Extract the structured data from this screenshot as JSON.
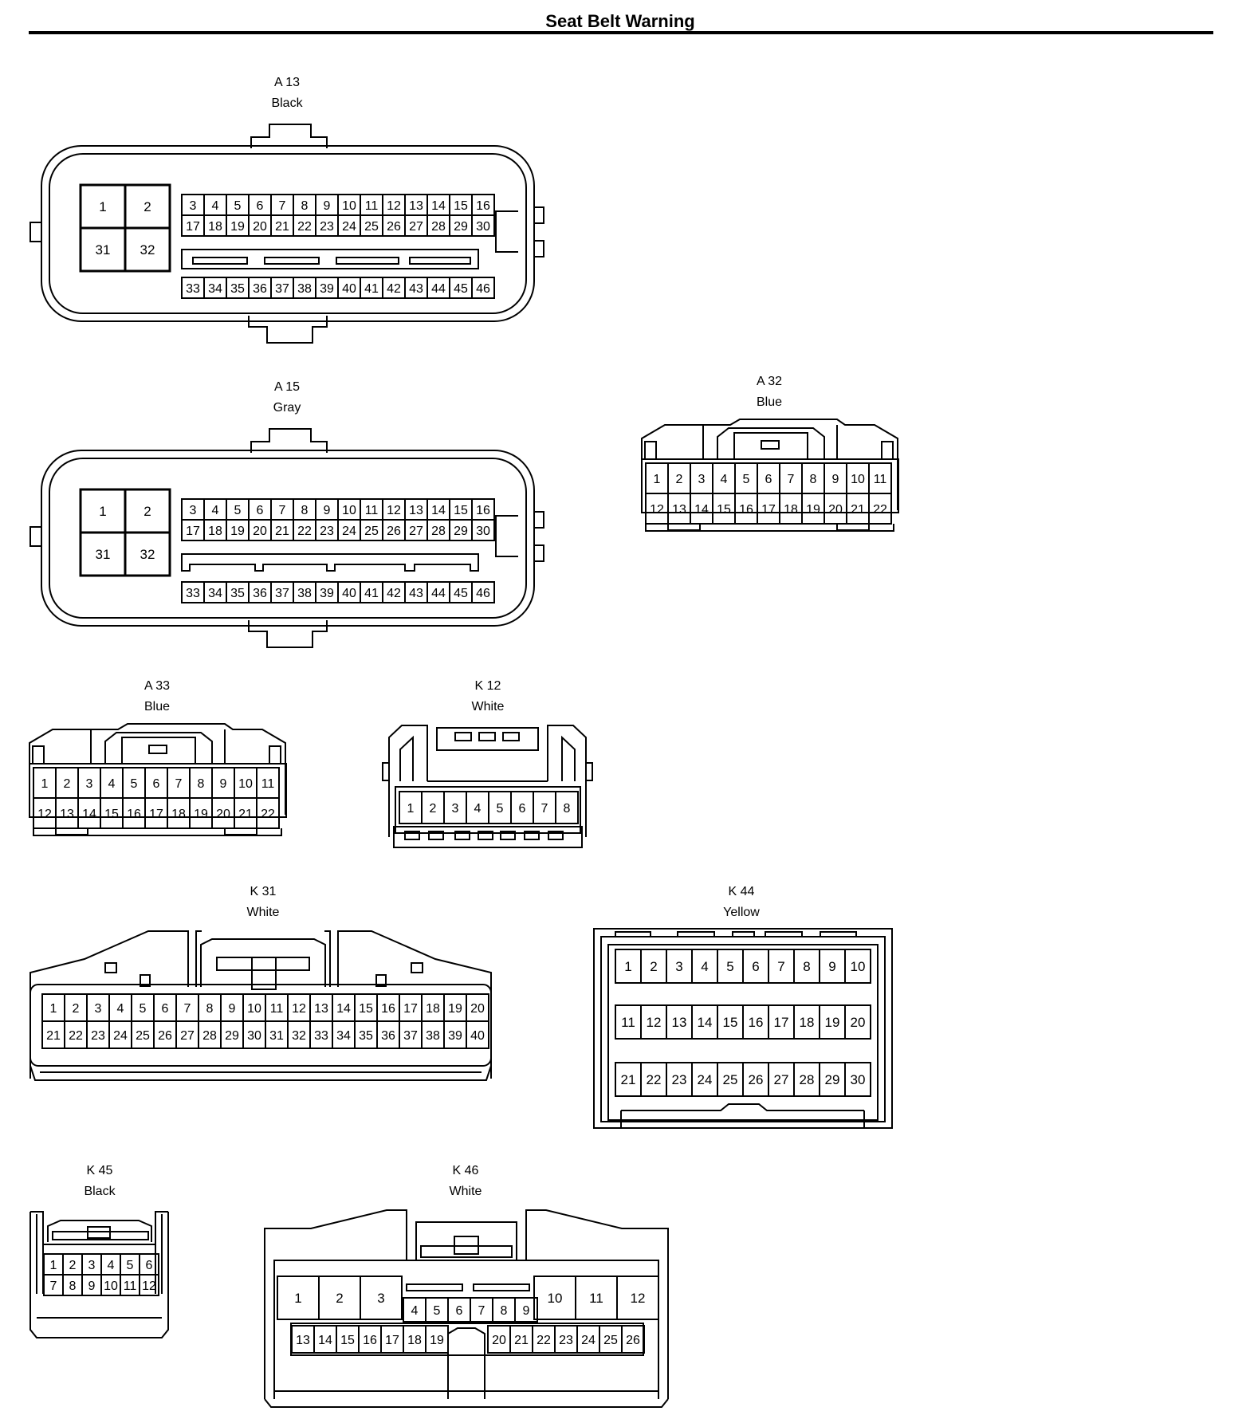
{
  "page_title": "Seat Belt Warning",
  "connectors": {
    "A13": {
      "code": "A 13",
      "color": "Black",
      "big": [
        "1",
        "2",
        "31",
        "32"
      ],
      "row1": [
        "3",
        "4",
        "5",
        "6",
        "7",
        "8",
        "9",
        "10",
        "11",
        "12",
        "13",
        "14",
        "15",
        "16"
      ],
      "row2": [
        "17",
        "18",
        "19",
        "20",
        "21",
        "22",
        "23",
        "24",
        "25",
        "26",
        "27",
        "28",
        "29",
        "30"
      ],
      "row3": [
        "33",
        "34",
        "35",
        "36",
        "37",
        "38",
        "39",
        "40",
        "41",
        "42",
        "43",
        "44",
        "45",
        "46"
      ]
    },
    "A15": {
      "code": "A 15",
      "color": "Gray",
      "big": [
        "1",
        "2",
        "31",
        "32"
      ],
      "row1": [
        "3",
        "4",
        "5",
        "6",
        "7",
        "8",
        "9",
        "10",
        "11",
        "12",
        "13",
        "14",
        "15",
        "16"
      ],
      "row2": [
        "17",
        "18",
        "19",
        "20",
        "21",
        "22",
        "23",
        "24",
        "25",
        "26",
        "27",
        "28",
        "29",
        "30"
      ],
      "row3": [
        "33",
        "34",
        "35",
        "36",
        "37",
        "38",
        "39",
        "40",
        "41",
        "42",
        "43",
        "44",
        "45",
        "46"
      ]
    },
    "A32": {
      "code": "A 32",
      "color": "Blue",
      "row1": [
        "1",
        "2",
        "3",
        "4",
        "5",
        "6",
        "7",
        "8",
        "9",
        "10",
        "11"
      ],
      "row2": [
        "12",
        "13",
        "14",
        "15",
        "16",
        "17",
        "18",
        "19",
        "20",
        "21",
        "22"
      ]
    },
    "A33": {
      "code": "A 33",
      "color": "Blue",
      "row1": [
        "1",
        "2",
        "3",
        "4",
        "5",
        "6",
        "7",
        "8",
        "9",
        "10",
        "11"
      ],
      "row2": [
        "12",
        "13",
        "14",
        "15",
        "16",
        "17",
        "18",
        "19",
        "20",
        "21",
        "22"
      ]
    },
    "K12": {
      "code": "K 12",
      "color": "White",
      "row1": [
        "1",
        "2",
        "3",
        "4",
        "5",
        "6",
        "7",
        "8"
      ]
    },
    "K31": {
      "code": "K 31",
      "color": "White",
      "row1": [
        "1",
        "2",
        "3",
        "4",
        "5",
        "6",
        "7",
        "8",
        "9",
        "10",
        "11",
        "12",
        "13",
        "14",
        "15",
        "16",
        "17",
        "18",
        "19",
        "20"
      ],
      "row2": [
        "21",
        "22",
        "23",
        "24",
        "25",
        "26",
        "27",
        "28",
        "29",
        "30",
        "31",
        "32",
        "33",
        "34",
        "35",
        "36",
        "37",
        "38",
        "39",
        "40"
      ]
    },
    "K44": {
      "code": "K 44",
      "color": "Yellow",
      "row1": [
        "1",
        "2",
        "3",
        "4",
        "5",
        "6",
        "7",
        "8",
        "9",
        "10"
      ],
      "row2": [
        "11",
        "12",
        "13",
        "14",
        "15",
        "16",
        "17",
        "18",
        "19",
        "20"
      ],
      "row3": [
        "21",
        "22",
        "23",
        "24",
        "25",
        "26",
        "27",
        "28",
        "29",
        "30"
      ]
    },
    "K45": {
      "code": "K 45",
      "color": "Black",
      "row1": [
        "1",
        "2",
        "3",
        "4",
        "5",
        "6"
      ],
      "row2": [
        "7",
        "8",
        "9",
        "10",
        "11",
        "12"
      ]
    },
    "K46": {
      "code": "K 46",
      "color": "White",
      "bigL": [
        "1",
        "2",
        "3"
      ],
      "bigR": [
        "10",
        "11",
        "12"
      ],
      "mid": [
        "4",
        "5",
        "6",
        "7",
        "8",
        "9"
      ],
      "bottomL": [
        "13",
        "14",
        "15",
        "16",
        "17",
        "18",
        "19"
      ],
      "bottomR": [
        "20",
        "21",
        "22",
        "23",
        "24",
        "25",
        "26"
      ]
    }
  }
}
